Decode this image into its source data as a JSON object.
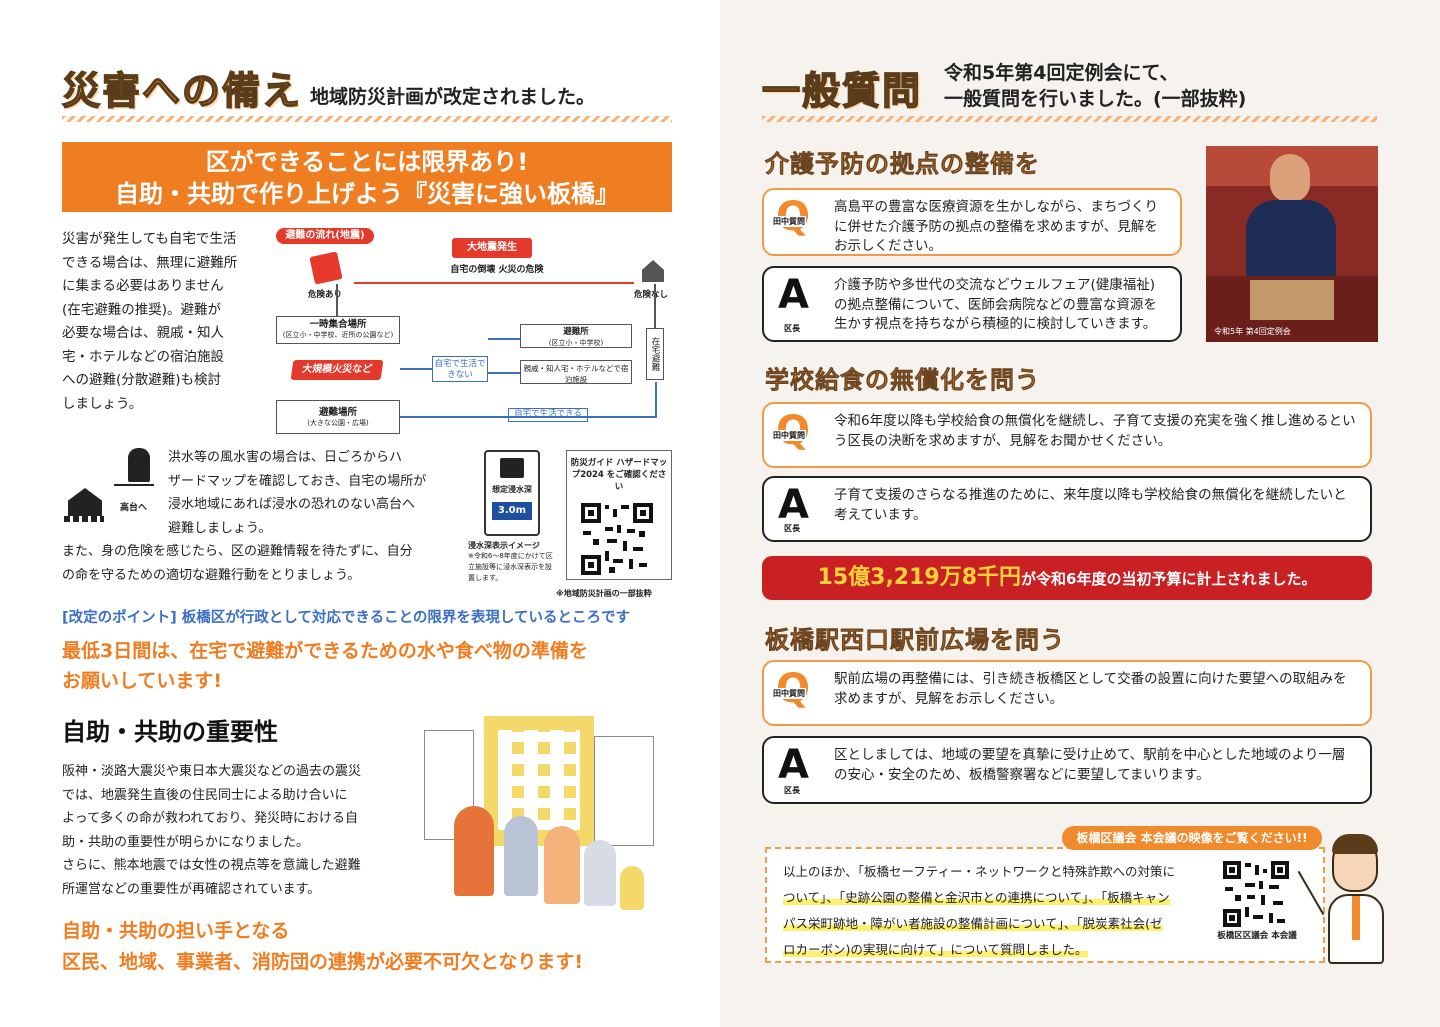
{
  "left": {
    "title": "災害への備え",
    "subtitle": "地域防災計画が改定されました。",
    "banner_line1": "区ができることには限界あり!",
    "banner_line2": "自助・共助で作り上げよう『災害に強い板橋』",
    "intro": [
      "災害が発生しても自宅で生活",
      "できる場合は、無理に避難所",
      "に集まる必要はありません",
      "(在宅避難の推奨)。避難が",
      "必要な場合は、親戚・知人",
      "宅・ホテルなどの宿泊施設",
      "への避難(分散避難)も検討",
      "しましょう。"
    ],
    "flow": {
      "title": "避難の流れ(地震)",
      "quake": "大地震発生",
      "collapse": "自宅の倒壊 火災の危険",
      "danger": "危険あり",
      "nodanger": "危険なし",
      "temp_place": "一時集合場所",
      "temp_place_note": "(区立小・中学校、近所の公園など)",
      "fire": "大規模火災など",
      "cannot_live": "自宅で生活できない",
      "shelter": "避難所",
      "shelter_note": "(区立小・中学校)",
      "relatives": "親戚・知人宅・ホテルなどで宿泊施設",
      "home": "在宅避難",
      "evac_area": "避難場所",
      "evac_area_note": "(大きな公園・広場)",
      "can_live": "自宅で生活できる"
    },
    "flood": [
      "洪水等の風水害の場合は、日ごろからハ",
      "ザードマップを確認しておき、自宅の場所が",
      "浸水地域にあれば浸水の恐れのない高台へ",
      "避難しましょう。"
    ],
    "flood_icon_label": "高台へ",
    "flood_more": [
      "また、身の危険を感じたら、区の避難情報を待たずに、自分",
      "の命を守るための適切な避難行動をとりましょう。"
    ],
    "sign_title": "想定浸水深",
    "sign_value": "3.0m",
    "sign_caption": "浸水深表示イメージ",
    "sign_note": "※令和6～8年度にかけて区立施設等に浸水深表示を設置します。",
    "guide": "防災ガイド ハザードマップ2024 をご確認ください",
    "excerpt_note": "※地域防災計画の一部抜粋",
    "point": "[改定のポイント] 板橋区が行政として対応できることの限界を表現しているところです",
    "call1": "最低3日間は、在宅で避難ができるための水や食べ物の準備を",
    "call2": "お願いしています!",
    "h2": "自助・共助の重要性",
    "body2": [
      "阪神・淡路大震災や東日本大震災などの過去の震災",
      "では、地震発生直後の住民同士による助け合いに",
      "よって多くの命が救われており、発災時における自",
      "助・共助の重要性が明らかになりました。",
      "さらに、熊本地震では女性の視点等を意識した避難",
      "所運営などの重要性が再確認されています。"
    ],
    "call3": "自助・共助の担い手となる",
    "call4": "区民、地域、事業者、消防団の連携が必要不可欠となります!"
  },
  "right": {
    "title": "一般質問",
    "subtitle1": "令和5年第4回定例会にて、",
    "subtitle2": "一般質問を行いました。(一部抜粋)",
    "photo_caption": "令和5年 第4回定例会",
    "q_label": "田中質問",
    "a_label": "区長",
    "sections": [
      {
        "heading": "介護予防の拠点の整備を",
        "q": "高島平の豊富な医療資源を生かしながら、まちづくりに併せた介護予防の拠点の整備を求めますが、見解をお示しください。",
        "a": "介護予防や多世代の交流などウェルフェア(健康福祉)の拠点整備について、医師会病院などの豊富な資源を生かす視点を持ちながら積極的に検討していきます。"
      },
      {
        "heading": "学校給食の無償化を問う",
        "q": "令和6年度以降も学校給食の無償化を継続し、子育て支援の充実を強く推し進めるという区長の決断を求めますが、見解をお聞かせください。",
        "a": "子育て支援のさらなる推進のために、来年度以降も学校給食の無償化を継続したいと考えています。"
      },
      {
        "heading": "板橋駅西口駅前広場を問う",
        "q": "駅前広場の再整備には、引き続き板橋区として交番の設置に向けた要望への取組みを求めますが、見解をお示しください。",
        "a": "区としましては、地域の要望を真摯に受け止めて、駅前を中心とした地域のより一層の安心・安全のため、板橋警察署などに要望してまいります。"
      }
    ],
    "budget_amount": "15億3,219万8千円",
    "budget_text": "が令和6年度の当初予算に計上されました。",
    "video_pill": "板橋区議会 本会議の映像をご覧ください!!",
    "closing_plain1": "以上のほか、「板橋セーフティー・ネットワークと特殊詐欺への対策に",
    "closing_plain2": "ついて」、「史跡公園の整備と金沢市との連携について」、「板橋キャン",
    "closing_plain3": "パス栄町跡地・障がい者施設の整備計画について」、「脱炭素社会(ゼ",
    "closing_plain4": "ロカーボン)の実現に向けて」について質問しました。",
    "qr_caption": "板橋区区議会 本会議"
  },
  "colors": {
    "orange": "#f08a2c",
    "red": "#c92024",
    "blue": "#3b6fc2"
  }
}
